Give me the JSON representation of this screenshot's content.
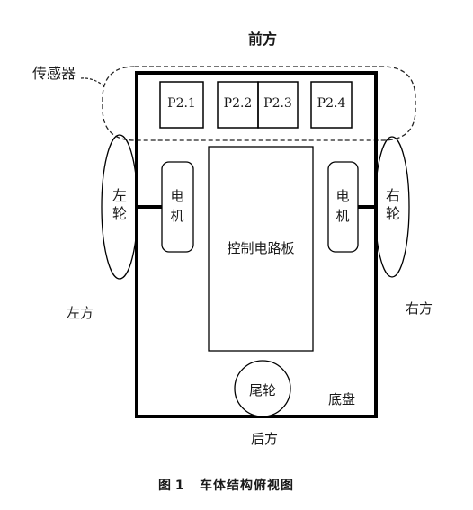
{
  "directions": {
    "front": "前方",
    "back": "后方",
    "left": "左方",
    "right": "右方"
  },
  "sensor_label": "传感器",
  "sensors": [
    "P2.1",
    "P2.2",
    "P2.3",
    "P2.4"
  ],
  "left_wheel": "左轮",
  "right_wheel": "右轮",
  "left_motor": "电机",
  "right_motor": "电机",
  "control_board": "控制电路板",
  "tail_wheel": "尾轮",
  "chassis": "底盘",
  "caption": {
    "number": "图 1",
    "title": "车体结构俯视图"
  }
}
